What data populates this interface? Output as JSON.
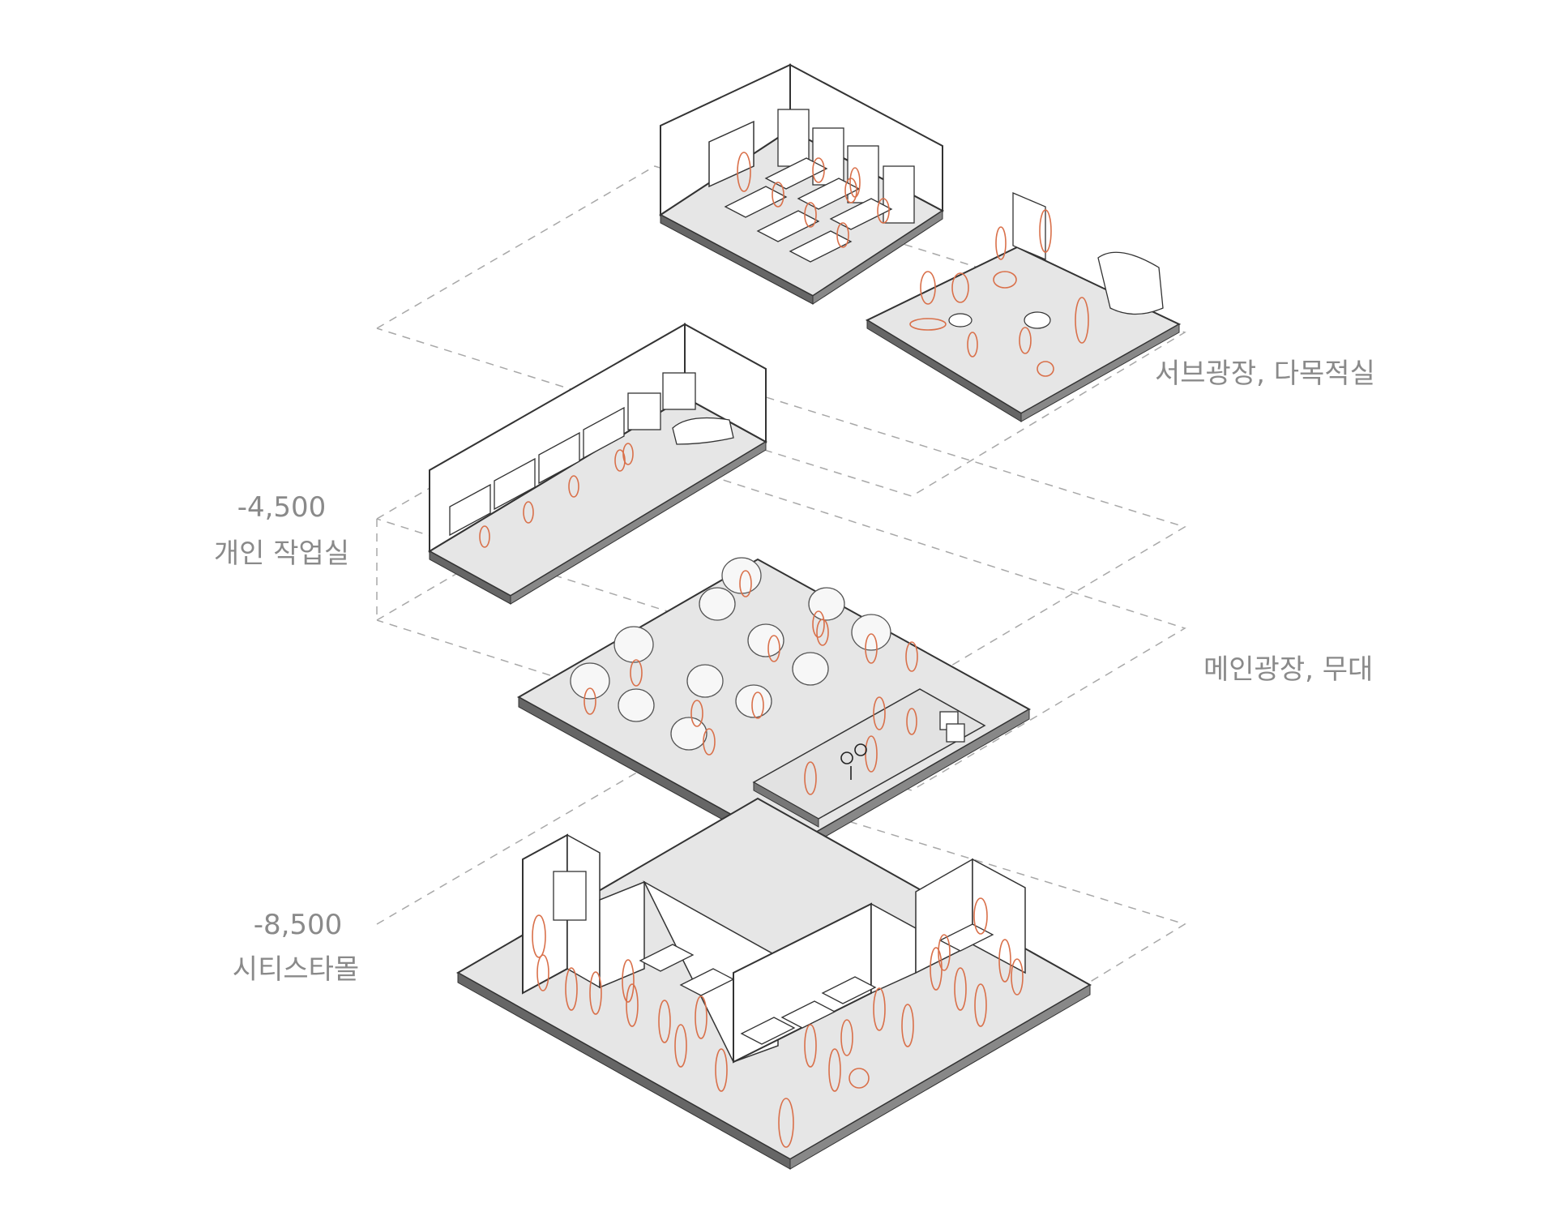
{
  "labels": {
    "sub_plaza": "서브광장, 다목적실",
    "level_minus_4500": "-4,500",
    "private_work_room": "개인 작업실",
    "main_plaza": "메인광장, 무대",
    "level_minus_8500": "-8,500",
    "city_star_mall": "시티스타몰"
  },
  "colors": {
    "floor": "#e6e6e6",
    "floor_edge": "#555555",
    "wall": "#ffffff",
    "line": "#333333",
    "people": "#d9704a",
    "dashed": "#a8a8a8",
    "label_text": "#8a8a8a"
  }
}
